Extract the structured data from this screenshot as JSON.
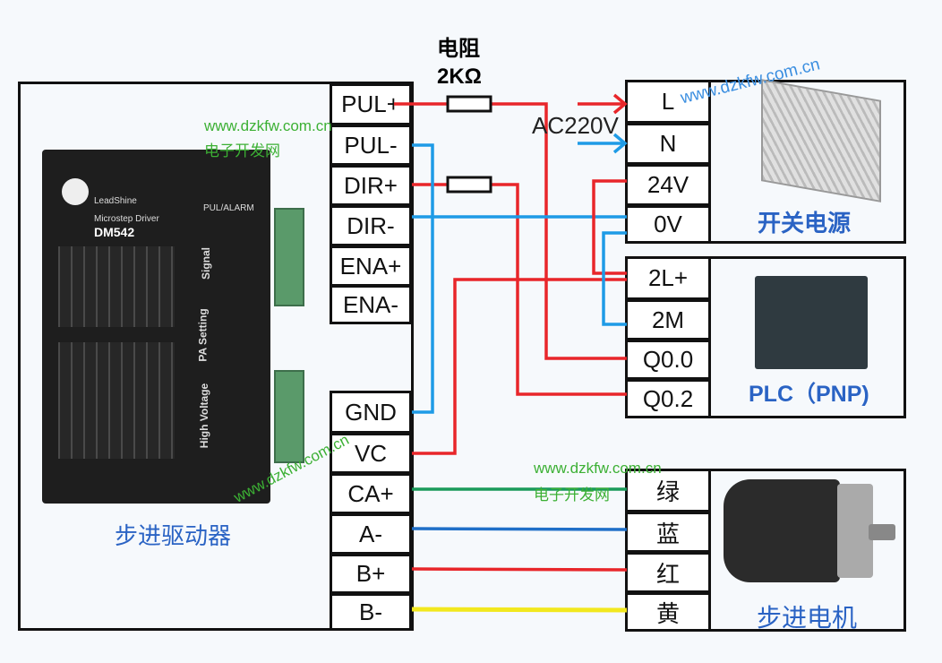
{
  "resistor": {
    "label": "电阻",
    "value": "2KΩ"
  },
  "ac_label": "AC220V",
  "driver": {
    "title": "步进驱动器",
    "model": "DM542",
    "brand": "LeadShine",
    "subtitle": "Microstep Driver",
    "sections": [
      "Signal",
      "PA Setting",
      "High Voltage"
    ],
    "signal_header": "PUL/ALARM",
    "terminals_top": [
      "PUL+",
      "PUL-",
      "DIR+",
      "DIR-",
      "ENA+",
      "ENA-"
    ],
    "terminals_bottom": [
      "GND",
      "VC",
      "CA+",
      "A-",
      "B+",
      "B-"
    ]
  },
  "power_supply": {
    "title": "开关电源",
    "terminals": [
      "L",
      "N",
      "24V",
      "0V"
    ]
  },
  "plc": {
    "title": "PLC（PNP)",
    "terminals": [
      "2L+",
      "2M",
      "Q0.0",
      "Q0.2"
    ]
  },
  "motor": {
    "title": "步进电机",
    "wire_colors": [
      "绿",
      "蓝",
      "红",
      "黄"
    ]
  },
  "watermark": {
    "url": "www.dzkfw.com.cn",
    "name": "电子开发网"
  },
  "colors": {
    "red": "#e8262a",
    "blue": "#1e9be6",
    "green": "#1a9a5a",
    "dark_blue": "#1f6fc8",
    "yellow": "#f2e81e",
    "label_blue": "#2a63c4"
  }
}
